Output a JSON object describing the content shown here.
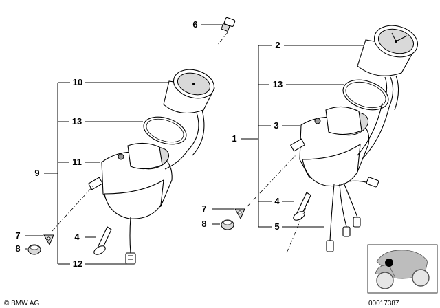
{
  "callouts": {
    "n1": "1",
    "n2": "2",
    "n3": "3",
    "n4a": "4",
    "n4b": "4",
    "n5": "5",
    "n6": "6",
    "n7a": "7",
    "n7b": "7",
    "n8a": "8",
    "n8b": "8",
    "n9": "9",
    "n10": "10",
    "n11": "11",
    "n12": "12",
    "n13a": "13",
    "n13b": "13"
  },
  "footer": {
    "copyright": "© BMW AG",
    "diagram_number": "00017387"
  }
}
